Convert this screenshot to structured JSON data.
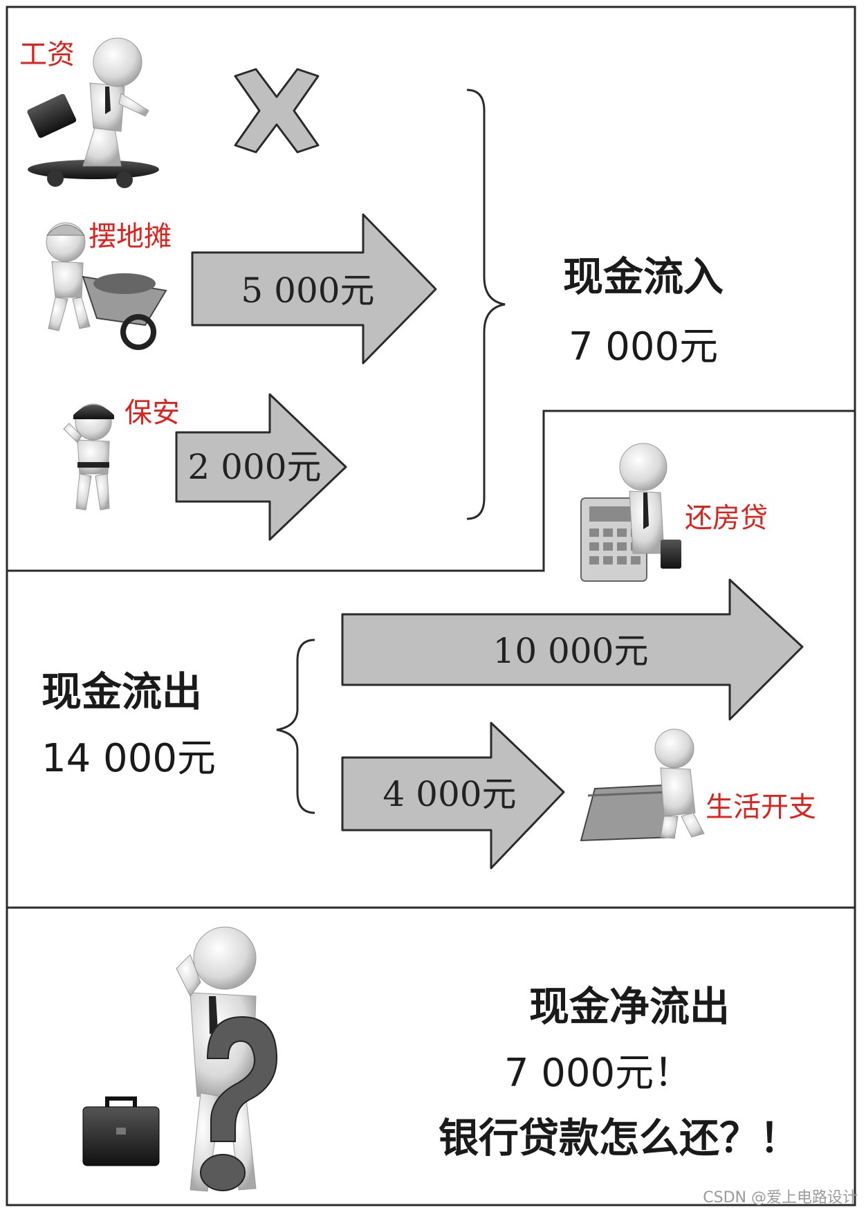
{
  "colors": {
    "red_label": "#e0201b",
    "arrow_fill": "#bfbfbf",
    "arrow_stroke": "#2a2a2a",
    "frame": "#2a2a2a"
  },
  "income": {
    "sources": [
      {
        "label": "工资",
        "icon": "skateboard-businessman-icon",
        "amount": "",
        "blocked": true
      },
      {
        "label": "摆地摊",
        "icon": "wheelbarrow-worker-icon",
        "amount": "5 000元",
        "blocked": false
      },
      {
        "label": "保安",
        "icon": "security-guard-icon",
        "amount": "2 000元",
        "blocked": false
      }
    ],
    "total_title": "现金流入",
    "total_amount": "7 000元"
  },
  "expense": {
    "title": "现金流出",
    "amount": "14 000元",
    "items": [
      {
        "label": "还房贷",
        "icon": "calculator-man-icon",
        "amount": "10 000元"
      },
      {
        "label": "生活开支",
        "icon": "wallet-man-icon",
        "amount": "4 000元"
      }
    ]
  },
  "result": {
    "line1": "现金净流出",
    "line2": "7 000元！",
    "line3": "银行贷款怎么还？！",
    "icon": "question-mark-man-icon"
  },
  "watermark": "CSDN @爱上电路设计"
}
